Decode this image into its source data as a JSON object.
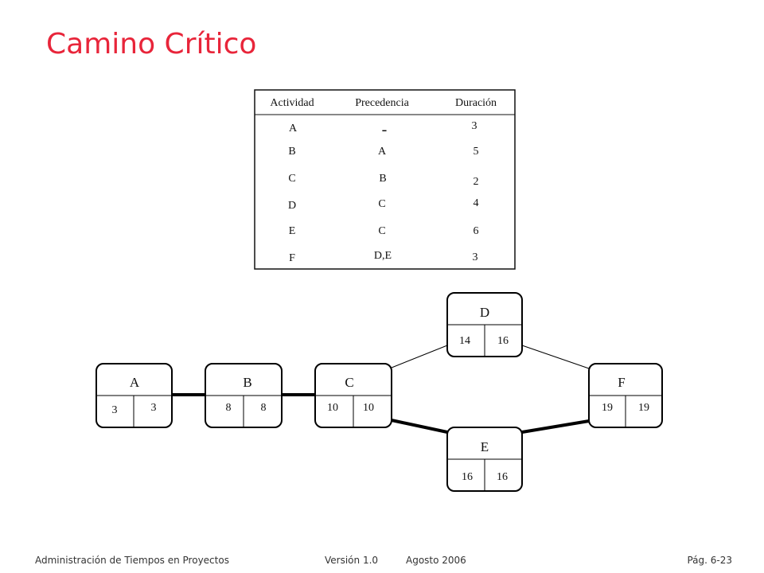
{
  "slide": {
    "title": "Camino Crítico",
    "title_color": "#e8253a",
    "footer": {
      "course": "Administración de Tiempos en Proyectos",
      "version": "Versión 1.0",
      "date": "Agosto 2006",
      "page": "Pág. 6-23"
    }
  },
  "activity_table": {
    "headers": [
      "Actividad",
      "Precedencia",
      "Duración"
    ],
    "rows": [
      {
        "activity": "A",
        "precedence": "-",
        "duration": "3"
      },
      {
        "activity": "B",
        "precedence": "A",
        "duration": "5"
      },
      {
        "activity": "C",
        "precedence": "B",
        "duration": "2"
      },
      {
        "activity": "D",
        "precedence": "C",
        "duration": "4"
      },
      {
        "activity": "E",
        "precedence": "C",
        "duration": "6"
      },
      {
        "activity": "F",
        "precedence": "D,E",
        "duration": "3"
      }
    ]
  },
  "network": {
    "nodes": [
      {
        "id": "A",
        "values": [
          "3",
          "3"
        ]
      },
      {
        "id": "B",
        "values": [
          "8",
          "8"
        ]
      },
      {
        "id": "C",
        "values": [
          "10",
          "10"
        ]
      },
      {
        "id": "D",
        "values": [
          "14",
          "16"
        ]
      },
      {
        "id": "E",
        "values": [
          "16",
          "16"
        ]
      },
      {
        "id": "F",
        "values": [
          "19",
          "19"
        ]
      }
    ],
    "edges": [
      {
        "from": "A",
        "to": "B",
        "critical": true
      },
      {
        "from": "B",
        "to": "C",
        "critical": true
      },
      {
        "from": "C",
        "to": "D",
        "critical": false
      },
      {
        "from": "C",
        "to": "E",
        "critical": true
      },
      {
        "from": "D",
        "to": "F",
        "critical": false
      },
      {
        "from": "E",
        "to": "F",
        "critical": true
      }
    ]
  }
}
